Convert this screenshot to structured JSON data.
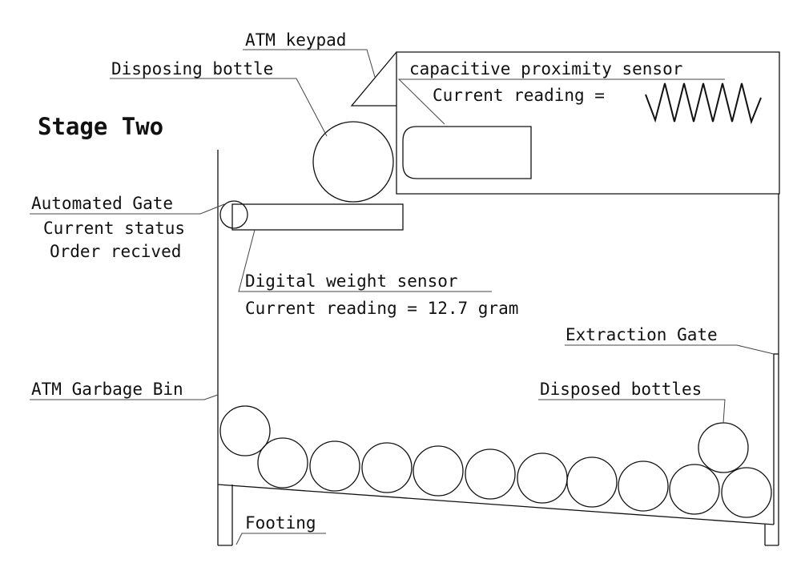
{
  "title": "Stage Two",
  "labels": {
    "atm_keypad": "ATM keypad",
    "disposing_bottle": "Disposing bottle",
    "proximity_sensor": "capacitive proximity sensor",
    "proximity_reading": "Current reading =",
    "automated_gate": "Automated Gate",
    "gate_status_label": "Current status",
    "gate_status_value": "Order recived",
    "weight_sensor": "Digital weight sensor",
    "weight_reading": "Current reading = 12.7 gram",
    "extraction_gate": "Extraction Gate",
    "garbage_bin": "ATM Garbage Bin",
    "disposed_bottles": "Disposed bottles",
    "footing": "Footing"
  }
}
